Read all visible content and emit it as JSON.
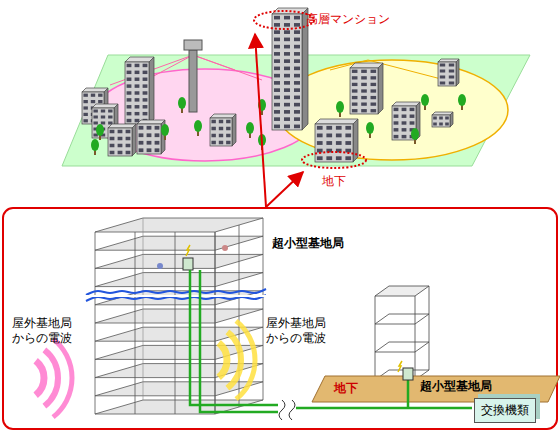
{
  "diagram": {
    "nodes": [
      {
        "text": [
          "交換機類"
        ]
      }
    ],
    "labels": [
      "高層マンション",
      "地下",
      "超小型基地局",
      "屋外基地局 からの電波",
      "屋外基地局 からの電波",
      "地下",
      "超小型基地局"
    ]
  }
}
